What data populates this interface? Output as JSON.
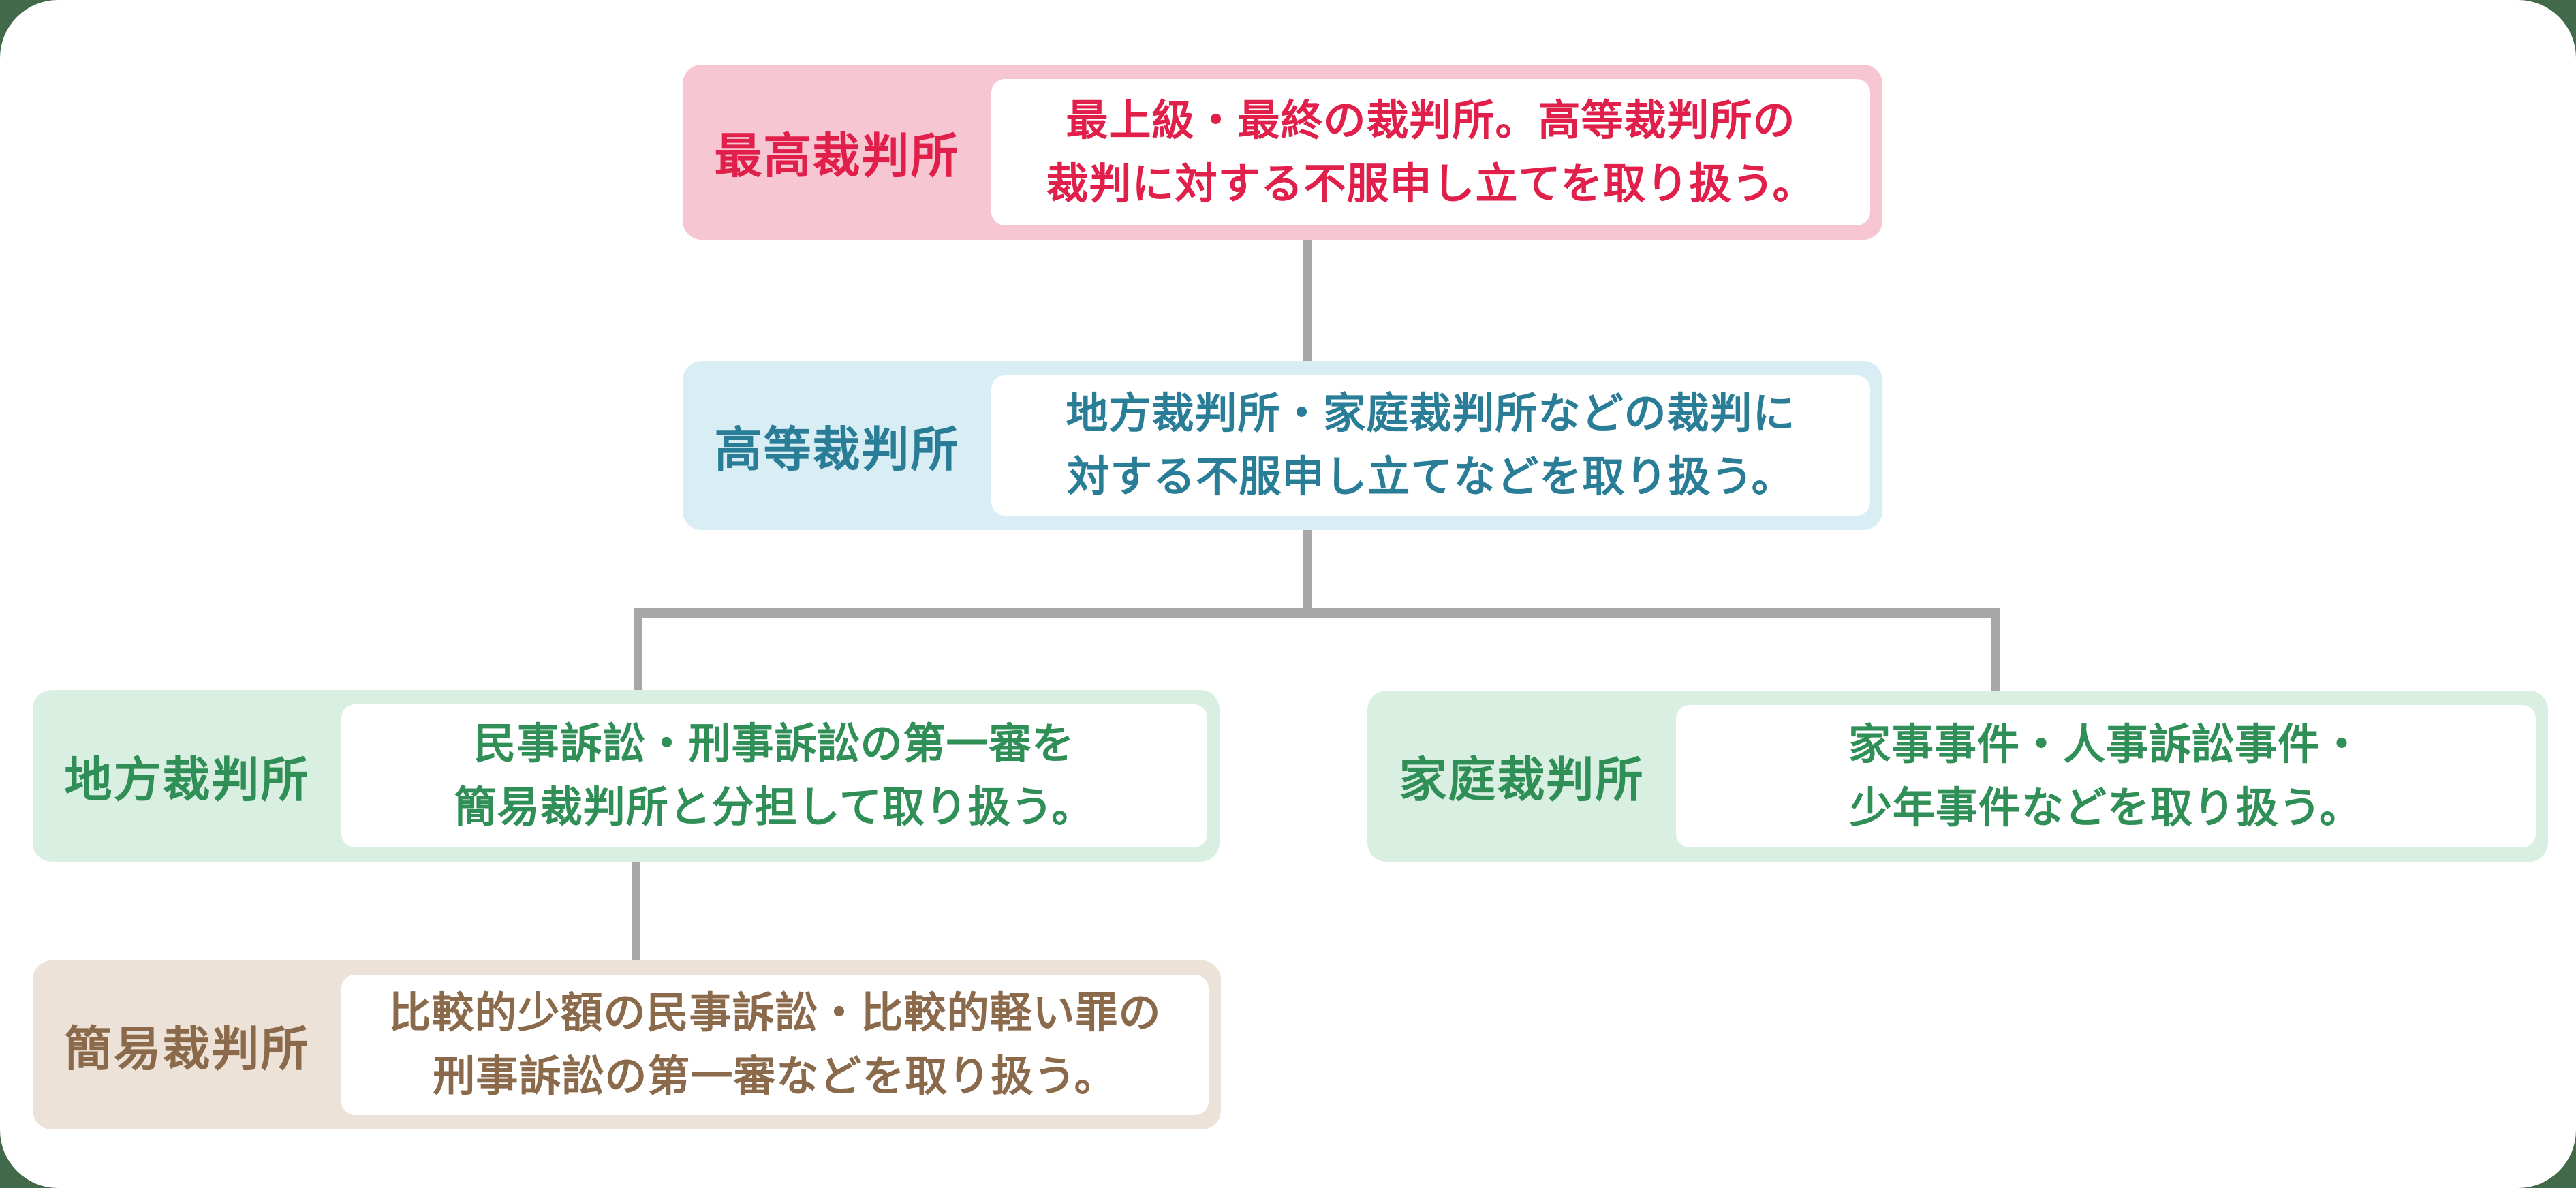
{
  "diagram": {
    "title": "japan-court-system-hierarchy",
    "page_background": "#41694a",
    "canvas_background": "#ffffff",
    "connector_color": "#a7a7a7"
  },
  "nodes": [
    {
      "id": "supreme-court",
      "label": "最高裁判所",
      "desc_lines": [
        "最上級・最終の裁判所。高等裁判所の",
        "裁判に対する不服申し立てを取り扱う。"
      ],
      "bg_color": "#f6c6d2",
      "text_color": "#e0204a"
    },
    {
      "id": "high-court",
      "label": "高等裁判所",
      "desc_lines": [
        "地方裁判所・家庭裁判所などの裁判に",
        "対する不服申し立てなどを取り扱う。"
      ],
      "bg_color": "#d8edf4",
      "text_color": "#2a7d96"
    },
    {
      "id": "district-court",
      "label": "地方裁判所",
      "desc_lines": [
        "民事訴訟・刑事訴訟の第一審を",
        "簡易裁判所と分担して取り扱う。"
      ],
      "bg_color": "#d9efe1",
      "text_color": "#2f8f57"
    },
    {
      "id": "family-court",
      "label": "家庭裁判所",
      "desc_lines": [
        "家事事件・人事訴訟事件・",
        "少年事件などを取り扱う。"
      ],
      "bg_color": "#d9efe1",
      "text_color": "#2f8f57"
    },
    {
      "id": "summary-court",
      "label": "簡易裁判所",
      "desc_lines": [
        "比較的少額の民事訴訟・比較的軽い罪の",
        "刑事訴訟の第一審などを取り扱う。"
      ],
      "bg_color": "#ede2d7",
      "text_color": "#8a6a4a"
    }
  ]
}
